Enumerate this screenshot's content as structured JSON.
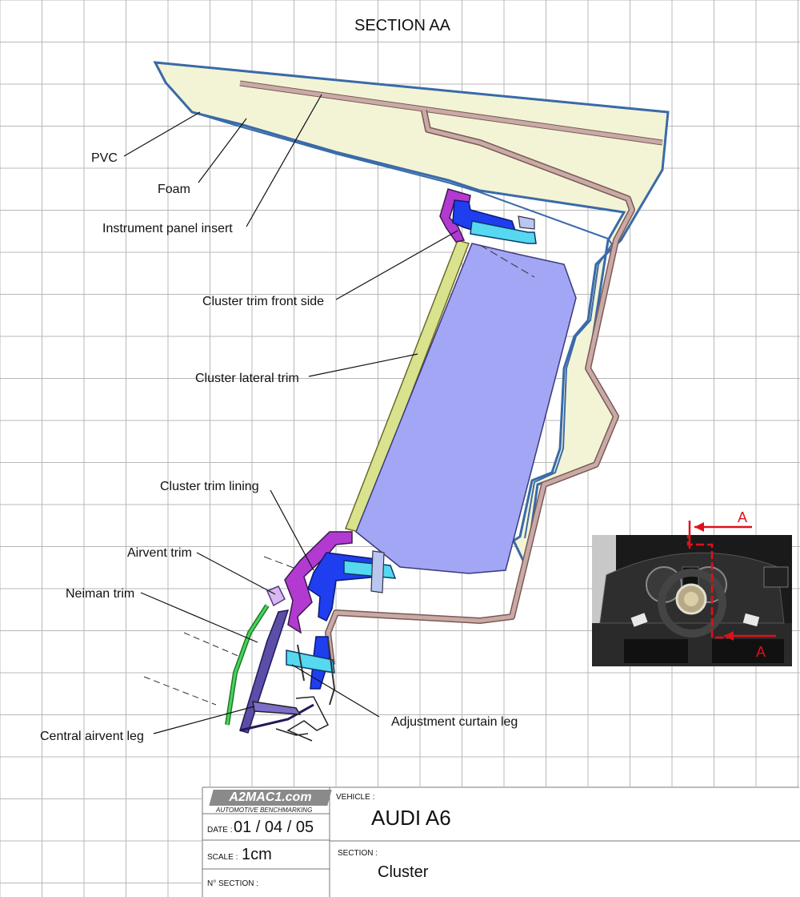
{
  "title": "SECTION AA",
  "labels": {
    "pvc": "PVC",
    "foam": "Foam",
    "instrument_panel_insert": "Instrument panel insert",
    "cluster_trim_front_side": "Cluster trim front side",
    "cluster_lateral_trim": "Cluster lateral trim",
    "cluster_trim_lining": "Cluster trim lining",
    "airvent_trim": "Airvent trim",
    "neiman_trim": "Neiman trim",
    "central_airvent_leg": "Central airvent leg",
    "adjustment_curtain_leg": "Adjustment curtain leg"
  },
  "photo": {
    "section_marker_top": "A",
    "section_marker_bottom": "A",
    "marker_color": "#e0101a"
  },
  "title_block": {
    "logo": "A2MAC1.com",
    "logo_sub": "AUTOMOTIVE BENCHMARKING",
    "vehicle_label": "VEHICLE :",
    "vehicle": "AUDI A6",
    "date_label": "DATE :",
    "date": "01 / 04 / 05",
    "scale_label": "SCALE :",
    "scale": "1cm",
    "section_label": "SECTION :",
    "section": "Cluster",
    "section_no_label": "N° SECTION :",
    "section_no": ""
  },
  "colors": {
    "grid": "#b8b8b8",
    "pvc_skin": "#3a6aa8",
    "foam": "#f3f4d6",
    "insert": "#c9aaa6",
    "cluster": "#a3a5f5",
    "lateral_trim": "#d9e28c",
    "front_trim": "#b23ad0",
    "clip_blue": "#1f3ef0",
    "clip_cyan": "#55d8f0",
    "neiman": "#5a4ea8",
    "airvent_green": "#4bd25a"
  }
}
